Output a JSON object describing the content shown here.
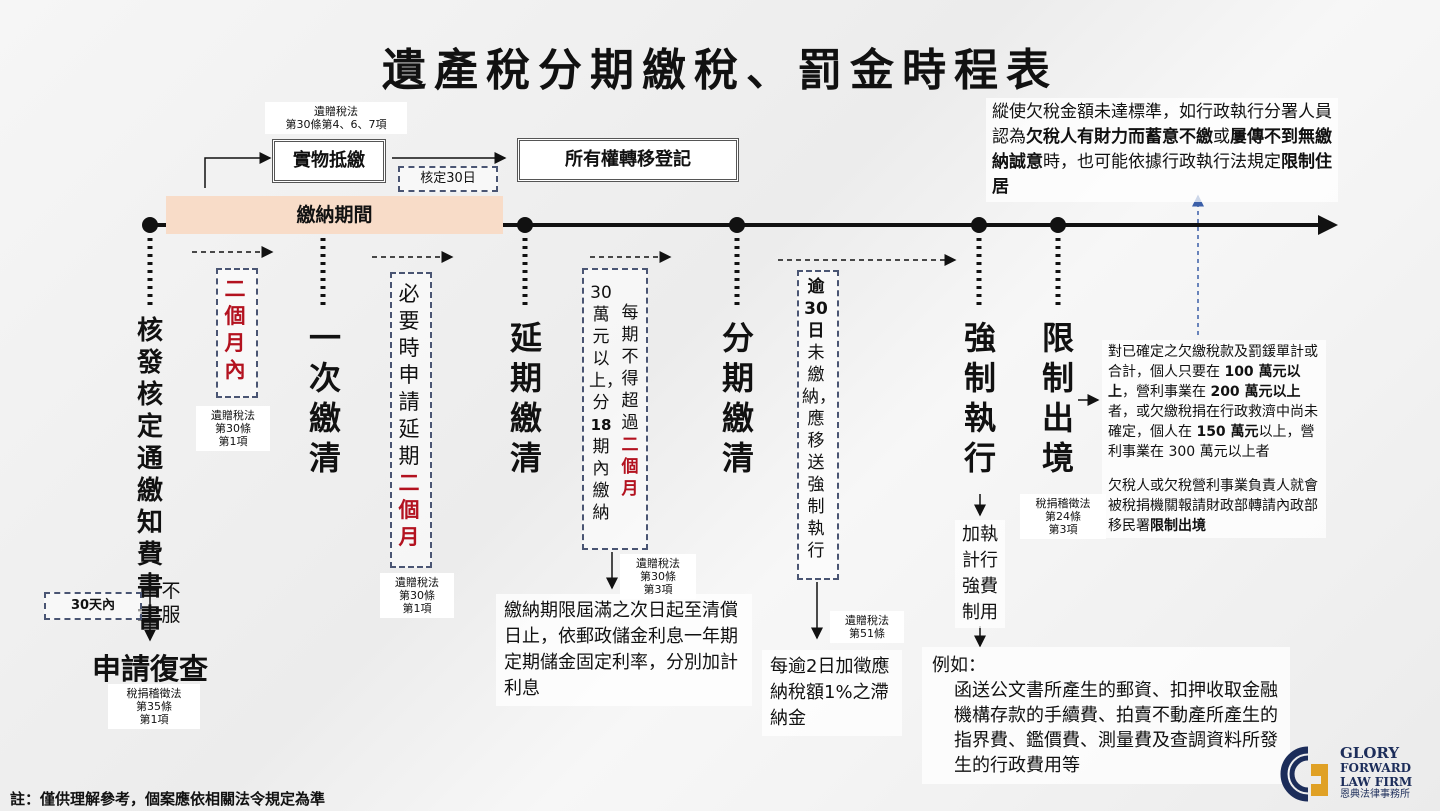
{
  "title": "遺產稅分期繳稅、罰金時程表",
  "payment_period": "繳納期間",
  "in_kind": {
    "law": [
      "遺贈稅法",
      "第30條第4、6、7項"
    ],
    "label": "實物抵繳"
  },
  "approve_30": "核定30日",
  "ownership_transfer": "所有權轉移登記",
  "notice": "核發核定通繳知費書書",
  "within_2m": {
    "label": "二個月內",
    "law": [
      "遺贈稅法",
      "第30條",
      "第1項"
    ]
  },
  "one_time": "一次繳清",
  "apply_ext": {
    "prefix": "必要時申請延期",
    "red": "二個月",
    "law": [
      "遺贈稅法",
      "第30條",
      "第1項"
    ]
  },
  "deferred": "延期繳清",
  "installment_rule": {
    "col1_prefix": "30萬元以上，分",
    "col1_num": "18",
    "col1_suffix": "期內繳納",
    "col2_prefix": "每期不得超過",
    "col2_red": "二個月",
    "law": [
      "遺贈稅法",
      "第30條",
      "第3項"
    ]
  },
  "interest_note": "繳納期限屆滿之次日起至清償日止，依郵政儲金利息一年期定期儲金固定利率，分別加計利息",
  "installment": "分期繳清",
  "overdue": {
    "bold": "逾30日",
    "rest": "未繳納，應移送強制執行",
    "law": [
      "遺贈稅法",
      "第51條"
    ]
  },
  "late_fee": "每逾2日加徵應納稅額1%之滯納金",
  "enforce": "強制執行",
  "enforce_fee": "加執計行強費制用",
  "example": {
    "head": "例如：",
    "body": "函送公文書所產生的郵資、扣押收取金融機構存款的手續費、拍賣不動產所產生的指界費、鑑價費、測量費及查調資料所發生的行政費用等"
  },
  "travel_ban": {
    "label": "限制出境",
    "law": [
      "稅捐稽徵法",
      "第24條",
      "第3項"
    ]
  },
  "travel_ban_note": {
    "p1": [
      {
        "t": "對已確定之欠繳稅款及罰鍰單計或合計，個人只要在 ",
        "b": false
      },
      {
        "t": "100 萬元以上",
        "b": true
      },
      {
        "t": "，營利事業在 ",
        "b": false
      },
      {
        "t": "200 萬元以上",
        "b": true
      },
      {
        "t": "者，或欠繳稅捐在行政救濟中尚未確定，個人在 ",
        "b": false
      },
      {
        "t": "150 萬元",
        "b": true
      },
      {
        "t": "以上，營利事業在 300 萬元以上者",
        "b": false
      }
    ],
    "p2": [
      {
        "t": "欠稅人或欠稅營利事業負責人就會被稅捐機關報請財政部轉請內政部移民署",
        "b": false
      },
      {
        "t": "限制出境",
        "b": true
      }
    ]
  },
  "residence_note": [
    {
      "t": "縱使欠稅金額未達標準，如行政執行分署人員認為",
      "b": false
    },
    {
      "t": "欠稅人有財力而蓄意不繳",
      "b": true
    },
    {
      "t": "或",
      "b": false
    },
    {
      "t": "屢傳不到無繳納誠意",
      "b": true
    },
    {
      "t": "時，也可能依據行政執行法規定",
      "b": false
    },
    {
      "t": "限制住居",
      "b": true
    }
  ],
  "appeal": {
    "label": "申請復查",
    "within": "30天內",
    "not_accept": "不服",
    "law": [
      "稅捐稽徵法",
      "第35條",
      "第1項"
    ]
  },
  "footnote": "註：僅供理解參考，個案應依相關法令規定為準",
  "logo": {
    "name1": "GLORY",
    "name2": "FORWARD",
    "name3": "LAW FIRM",
    "cn": "恩典法律事務所",
    "colors": {
      "navy": "#1c2d5a",
      "gold": "#e0a126"
    }
  }
}
